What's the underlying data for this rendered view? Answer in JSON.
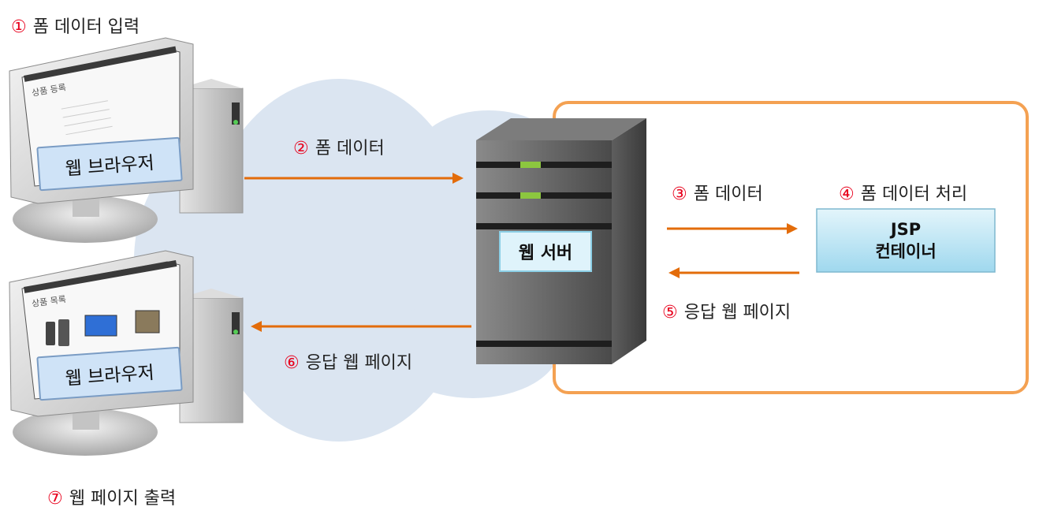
{
  "steps": {
    "s1": {
      "num": "①",
      "label": "폼 데이터 입력"
    },
    "s2": {
      "num": "②",
      "label": "폼 데이터"
    },
    "s3": {
      "num": "③",
      "label": "폼 데이터"
    },
    "s4": {
      "num": "④",
      "label": "폼 데이터 처리"
    },
    "s5": {
      "num": "⑤",
      "label": "응답 웹 페이지"
    },
    "s6": {
      "num": "⑥",
      "label": "응답 웹 페이지"
    },
    "s7": {
      "num": "⑦",
      "label": "웹 페이지 출력"
    }
  },
  "browser_top": {
    "label": "웹 브라우저",
    "screen_title": "상품 등록"
  },
  "browser_bottom": {
    "label": "웹 브라우저",
    "screen_title": "상품 목록"
  },
  "server": {
    "label": "웹 서버"
  },
  "container": {
    "line1": "JSP",
    "line2": "컨테이너"
  },
  "colors": {
    "arrow": "#e36c0a",
    "frame": "#f4a152",
    "cloud": "#dbe5f1",
    "step_number": "#e8001c",
    "container_fill": "#b7e4f3"
  }
}
